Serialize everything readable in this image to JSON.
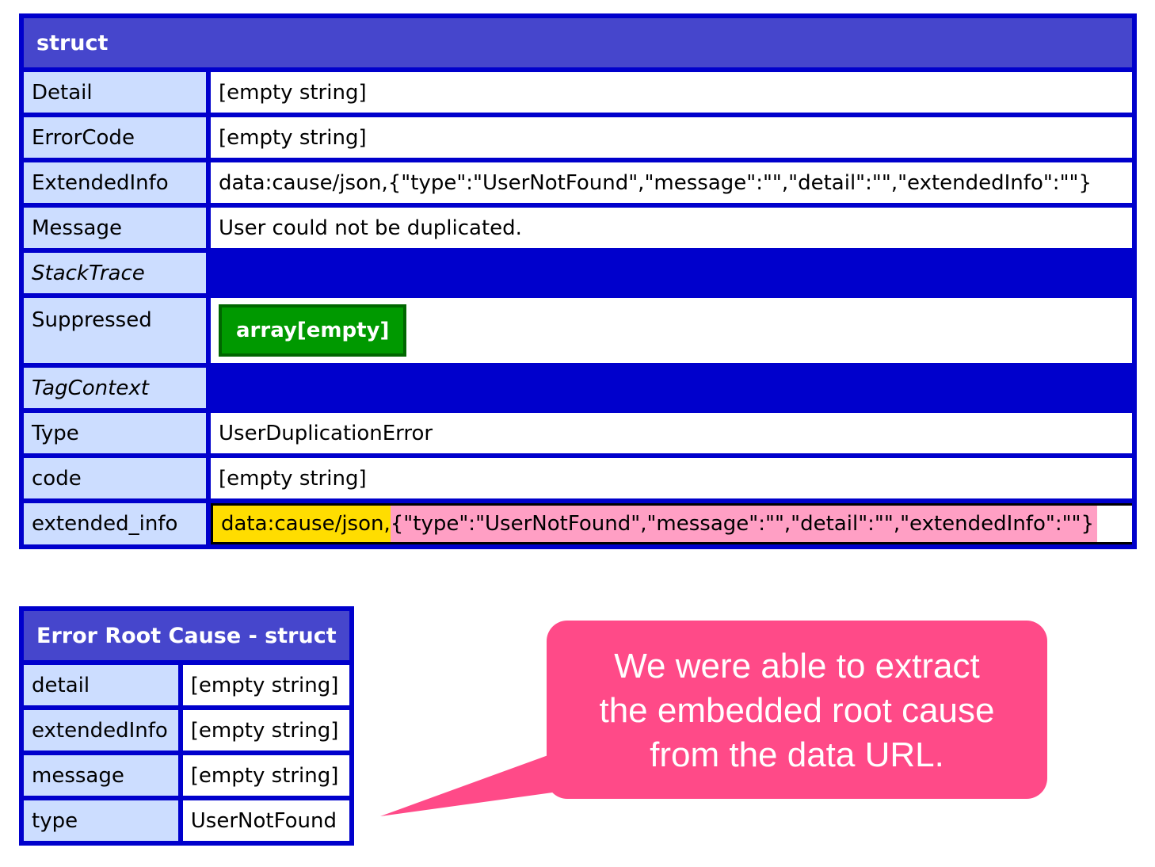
{
  "struct": {
    "title": "struct",
    "rows": [
      {
        "key": "Detail",
        "value": "[empty string]"
      },
      {
        "key": "ErrorCode",
        "value": "[empty string]"
      },
      {
        "key": "ExtendedInfo",
        "value": "data:cause/json,{\"type\":\"UserNotFound\",\"message\":\"\",\"detail\":\"\",\"extendedInfo\":\"\"}"
      },
      {
        "key": "Message",
        "value": "User could not be duplicated."
      },
      {
        "key": "StackTrace"
      },
      {
        "key": "Suppressed",
        "value": "array[empty]"
      },
      {
        "key": "TagContext"
      },
      {
        "key": "Type",
        "value": "UserDuplicationError"
      },
      {
        "key": "code",
        "value": "[empty string]"
      },
      {
        "key": "extended_info",
        "value_prefix": "data:cause/json,",
        "value_json": "{\"type\":\"UserNotFound\",\"message\":\"\",\"detail\":\"\",\"extendedInfo\":\"\"}"
      }
    ]
  },
  "root_cause": {
    "title": "Error Root Cause - struct",
    "rows": [
      {
        "key": "detail",
        "value": "[empty string]"
      },
      {
        "key": "extendedInfo",
        "value": "[empty string]"
      },
      {
        "key": "message",
        "value": "[empty string]"
      },
      {
        "key": "type",
        "value": "UserNotFound"
      }
    ]
  },
  "callout": {
    "lines": [
      "We were able to extract",
      "the embedded root cause",
      "from the data URL."
    ]
  },
  "colors": {
    "border": "#0000cc",
    "header": "#4646cc",
    "key_bg": "#ccddff",
    "array_green": "#009900",
    "highlight_yellow": "#ffdd00",
    "highlight_pink": "#ff9fc4",
    "callout": "#ff4a88"
  }
}
